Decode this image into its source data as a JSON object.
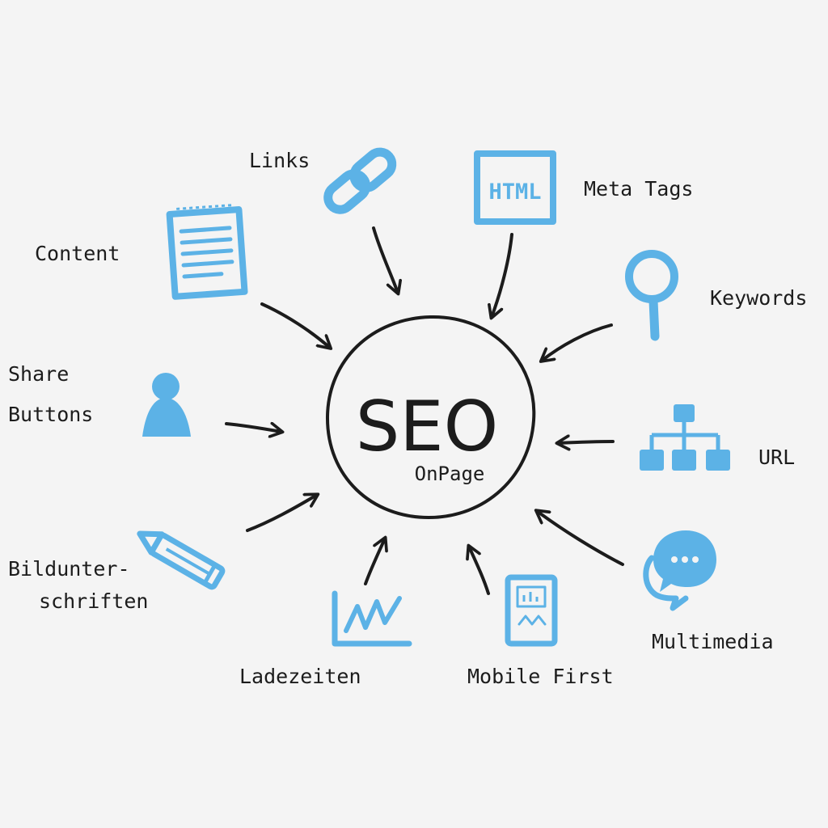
{
  "center": {
    "title": "SEO",
    "subtitle": "OnPage"
  },
  "nodes": {
    "links": {
      "label": "Links",
      "icon": "chain-link-icon"
    },
    "meta_tags": {
      "label": "Meta Tags",
      "icon": "html-icon",
      "icon_text": "HTML"
    },
    "content": {
      "label": "Content",
      "icon": "notepad-icon"
    },
    "keywords": {
      "label": "Keywords",
      "icon": "magnifier-icon"
    },
    "share_buttons": {
      "label_lines": [
        "Share",
        "Buttons"
      ],
      "icon": "person-icon"
    },
    "url": {
      "label": "URL",
      "icon": "sitemap-icon"
    },
    "bildunterschriften": {
      "label_lines": [
        "Bildunter-",
        "schriften"
      ],
      "icon": "pencil-icon"
    },
    "multimedia": {
      "label": "Multimedia",
      "icon": "chat-bubbles-icon"
    },
    "ladezeiten": {
      "label": "Ladezeiten",
      "icon": "line-chart-icon"
    },
    "mobile_first": {
      "label": "Mobile First",
      "icon": "mobile-phone-icon"
    }
  },
  "colors": {
    "accent": "#5cb2e6",
    "ink": "#1c1c1c",
    "background": "#f4f4f4"
  }
}
